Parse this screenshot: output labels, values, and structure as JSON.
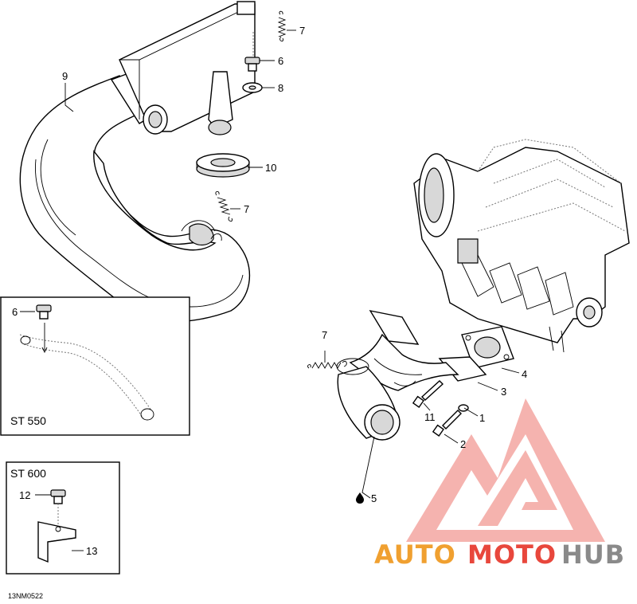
{
  "labels": {
    "l1": "1",
    "l2": "2",
    "l3": "3",
    "l4": "4",
    "l5": "5",
    "l6_top": "6",
    "l6_box": "6",
    "l7_top": "7",
    "l7_mid": "7",
    "l7_manifold": "7",
    "l8": "8",
    "l9": "9",
    "l10": "10",
    "l11": "11",
    "l12": "12",
    "l13": "13"
  },
  "boxes": {
    "st550": "ST 550",
    "st600": "ST 600"
  },
  "drawing_code": "13NM0522",
  "watermark": {
    "part1": "AUTO",
    "part2": "MOTO",
    "part3": "HUB",
    "color_orange": "#f0a030",
    "color_red": "#e8473c",
    "color_grey": "#8a8a8a"
  }
}
